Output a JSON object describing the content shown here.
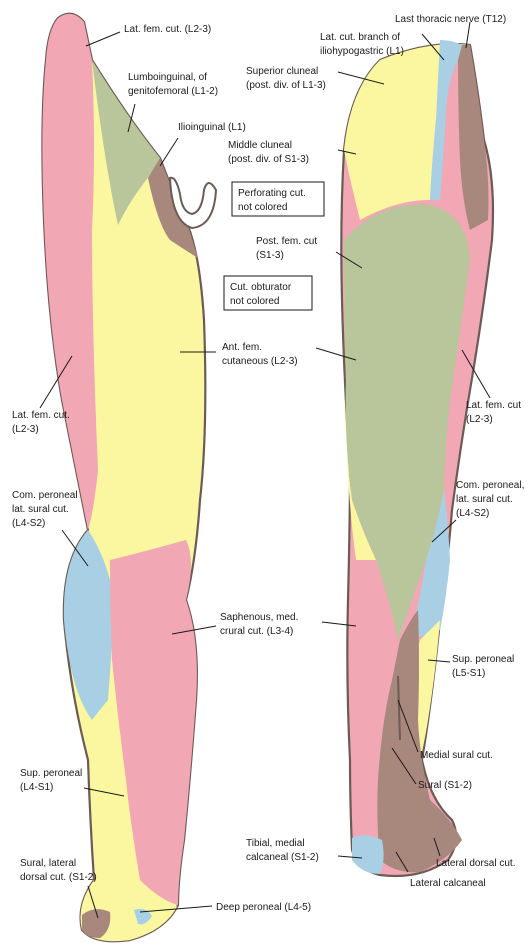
{
  "colors": {
    "pink": "#f1a7b4",
    "yellow": "#fbf6a0",
    "green": "#b9c59a",
    "brown": "#a8877c",
    "blue": "#a9cfe4",
    "outline": "#6b5b55"
  },
  "labels": {
    "lat_fem_cut_top": "Lat. fem. cut. (L2-3)",
    "lumboinguinal_1": "Lumboinguinal, of",
    "lumboinguinal_2": "genitofemoral (L1-2)",
    "ilioinguinal": "Ilioinguinal (L1)",
    "last_thoracic": "Last thoracic nerve (T12)",
    "lat_cut_branch_1": "Lat. cut. branch of",
    "lat_cut_branch_2": "iliohypogastric (L1)",
    "superior_cluneal_1": "Superior cluneal",
    "superior_cluneal_2": "(post. div. of L1-3)",
    "middle_cluneal_1": "Middle cluneal",
    "middle_cluneal_2": "(post. div. of S1-3)",
    "perforating_1": "Perforating cut.",
    "perforating_2": "not colored",
    "post_fem_1": "Post. fem. cut",
    "post_fem_2": "(S1-3)",
    "cut_obturator_1": "Cut. obturator",
    "cut_obturator_2": "not colored",
    "ant_fem_1": "Ant. fem.",
    "ant_fem_2": "cutaneous (L2-3)",
    "lat_fem_left_1": "Lat. fem. cut.",
    "lat_fem_left_2": "(L2-3)",
    "lat_fem_right_1": "Lat. fem. cut",
    "lat_fem_right_2": "(L2-3)",
    "com_peroneal_left_1": "Com. peroneal",
    "com_peroneal_left_2": "lat. sural cut.",
    "com_peroneal_left_3": "(L4-S2)",
    "com_peroneal_right_1": "Com. peroneal,",
    "com_peroneal_right_2": "lat. sural cut.",
    "com_peroneal_right_3": "(L4-S2)",
    "saphenous_1": "Saphenous, med.",
    "saphenous_2": "crural cut. (L3-4)",
    "sup_peroneal_right_1": "Sup. peroneal",
    "sup_peroneal_right_2": "(L5-S1)",
    "medial_sural": "Medial sural cut.",
    "sural_right": "Sural (S1-2)",
    "sup_peroneal_left_1": "Sup. peroneal",
    "sup_peroneal_left_2": "(L4-S1)",
    "tibial_1": "Tibial, medial",
    "tibial_2": "calcaneal (S1-2)",
    "lateral_dorsal": "Lateral dorsal cut.",
    "lateral_calcaneal": "Lateral calcaneal",
    "sural_lateral_1": "Sural, lateral",
    "sural_lateral_2": "dorsal cut. (S1-2)",
    "deep_peroneal": "Deep peroneal (L4-5)"
  }
}
